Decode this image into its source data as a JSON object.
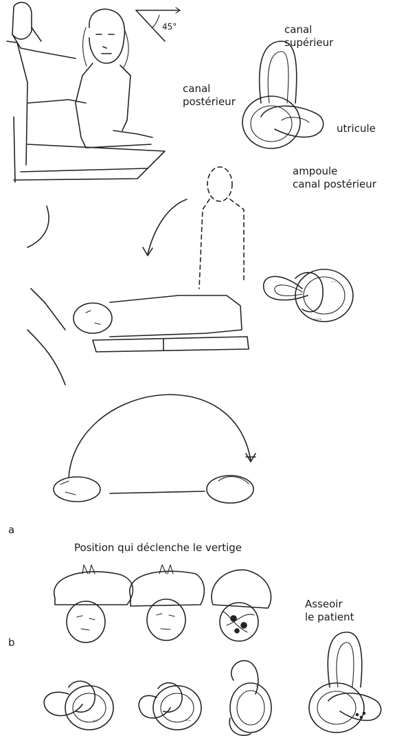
{
  "angle_label": "45°",
  "labels": {
    "canal_superieur": "canal\nsupérieur",
    "canal_posterieur": "canal\npostérieur",
    "utricule": "utricule",
    "ampoule": "ampoule\ncanal postérieur"
  },
  "panel_a_letter": "a",
  "panel_b_letter": "b",
  "position_caption": "Position qui déclenche le vertige",
  "asseoir": "Asseoir\nle patient"
}
